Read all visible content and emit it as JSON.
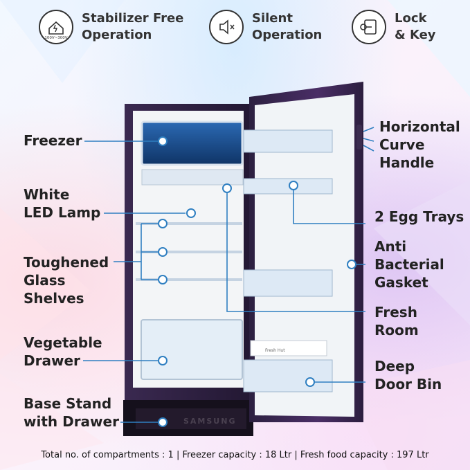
{
  "features": [
    {
      "label": "Stabilizer Free\nOperation",
      "icon": "stabilizer-icon",
      "voltage": "100V~300V"
    },
    {
      "label": "Silent\nOperation",
      "icon": "silent-speaker-icon"
    },
    {
      "label": "Lock\n& Key",
      "icon": "lock-key-icon"
    }
  ],
  "labels": {
    "freezer": "Freezer",
    "led_lamp": "White\nLED Lamp",
    "glass_shelves": "Toughened\nGlass\nShelves",
    "vegetable_drawer": "Vegetable\nDrawer",
    "base_stand": "Base Stand\nwith Drawer",
    "handle": "Horizontal\nCurve\nHandle",
    "egg_trays": "2 Egg Trays",
    "gasket": "Anti\nBacterial\nGasket",
    "fresh_room": "Fresh\nRoom",
    "door_bin": "Deep\nDoor Bin"
  },
  "fridge": {
    "brand": "SAMSUNG",
    "fresh_tray_label": "Fresh Hut"
  },
  "caption": "Total no. of compartments : 1 | Freezer capacity : 18 Ltr | Fresh food capacity : 197 Ltr",
  "colors": {
    "body": "#2a1e3a",
    "interior": "#f4f6f8",
    "freezer": "#1a4d8c",
    "callout": "#2f7fc1"
  }
}
